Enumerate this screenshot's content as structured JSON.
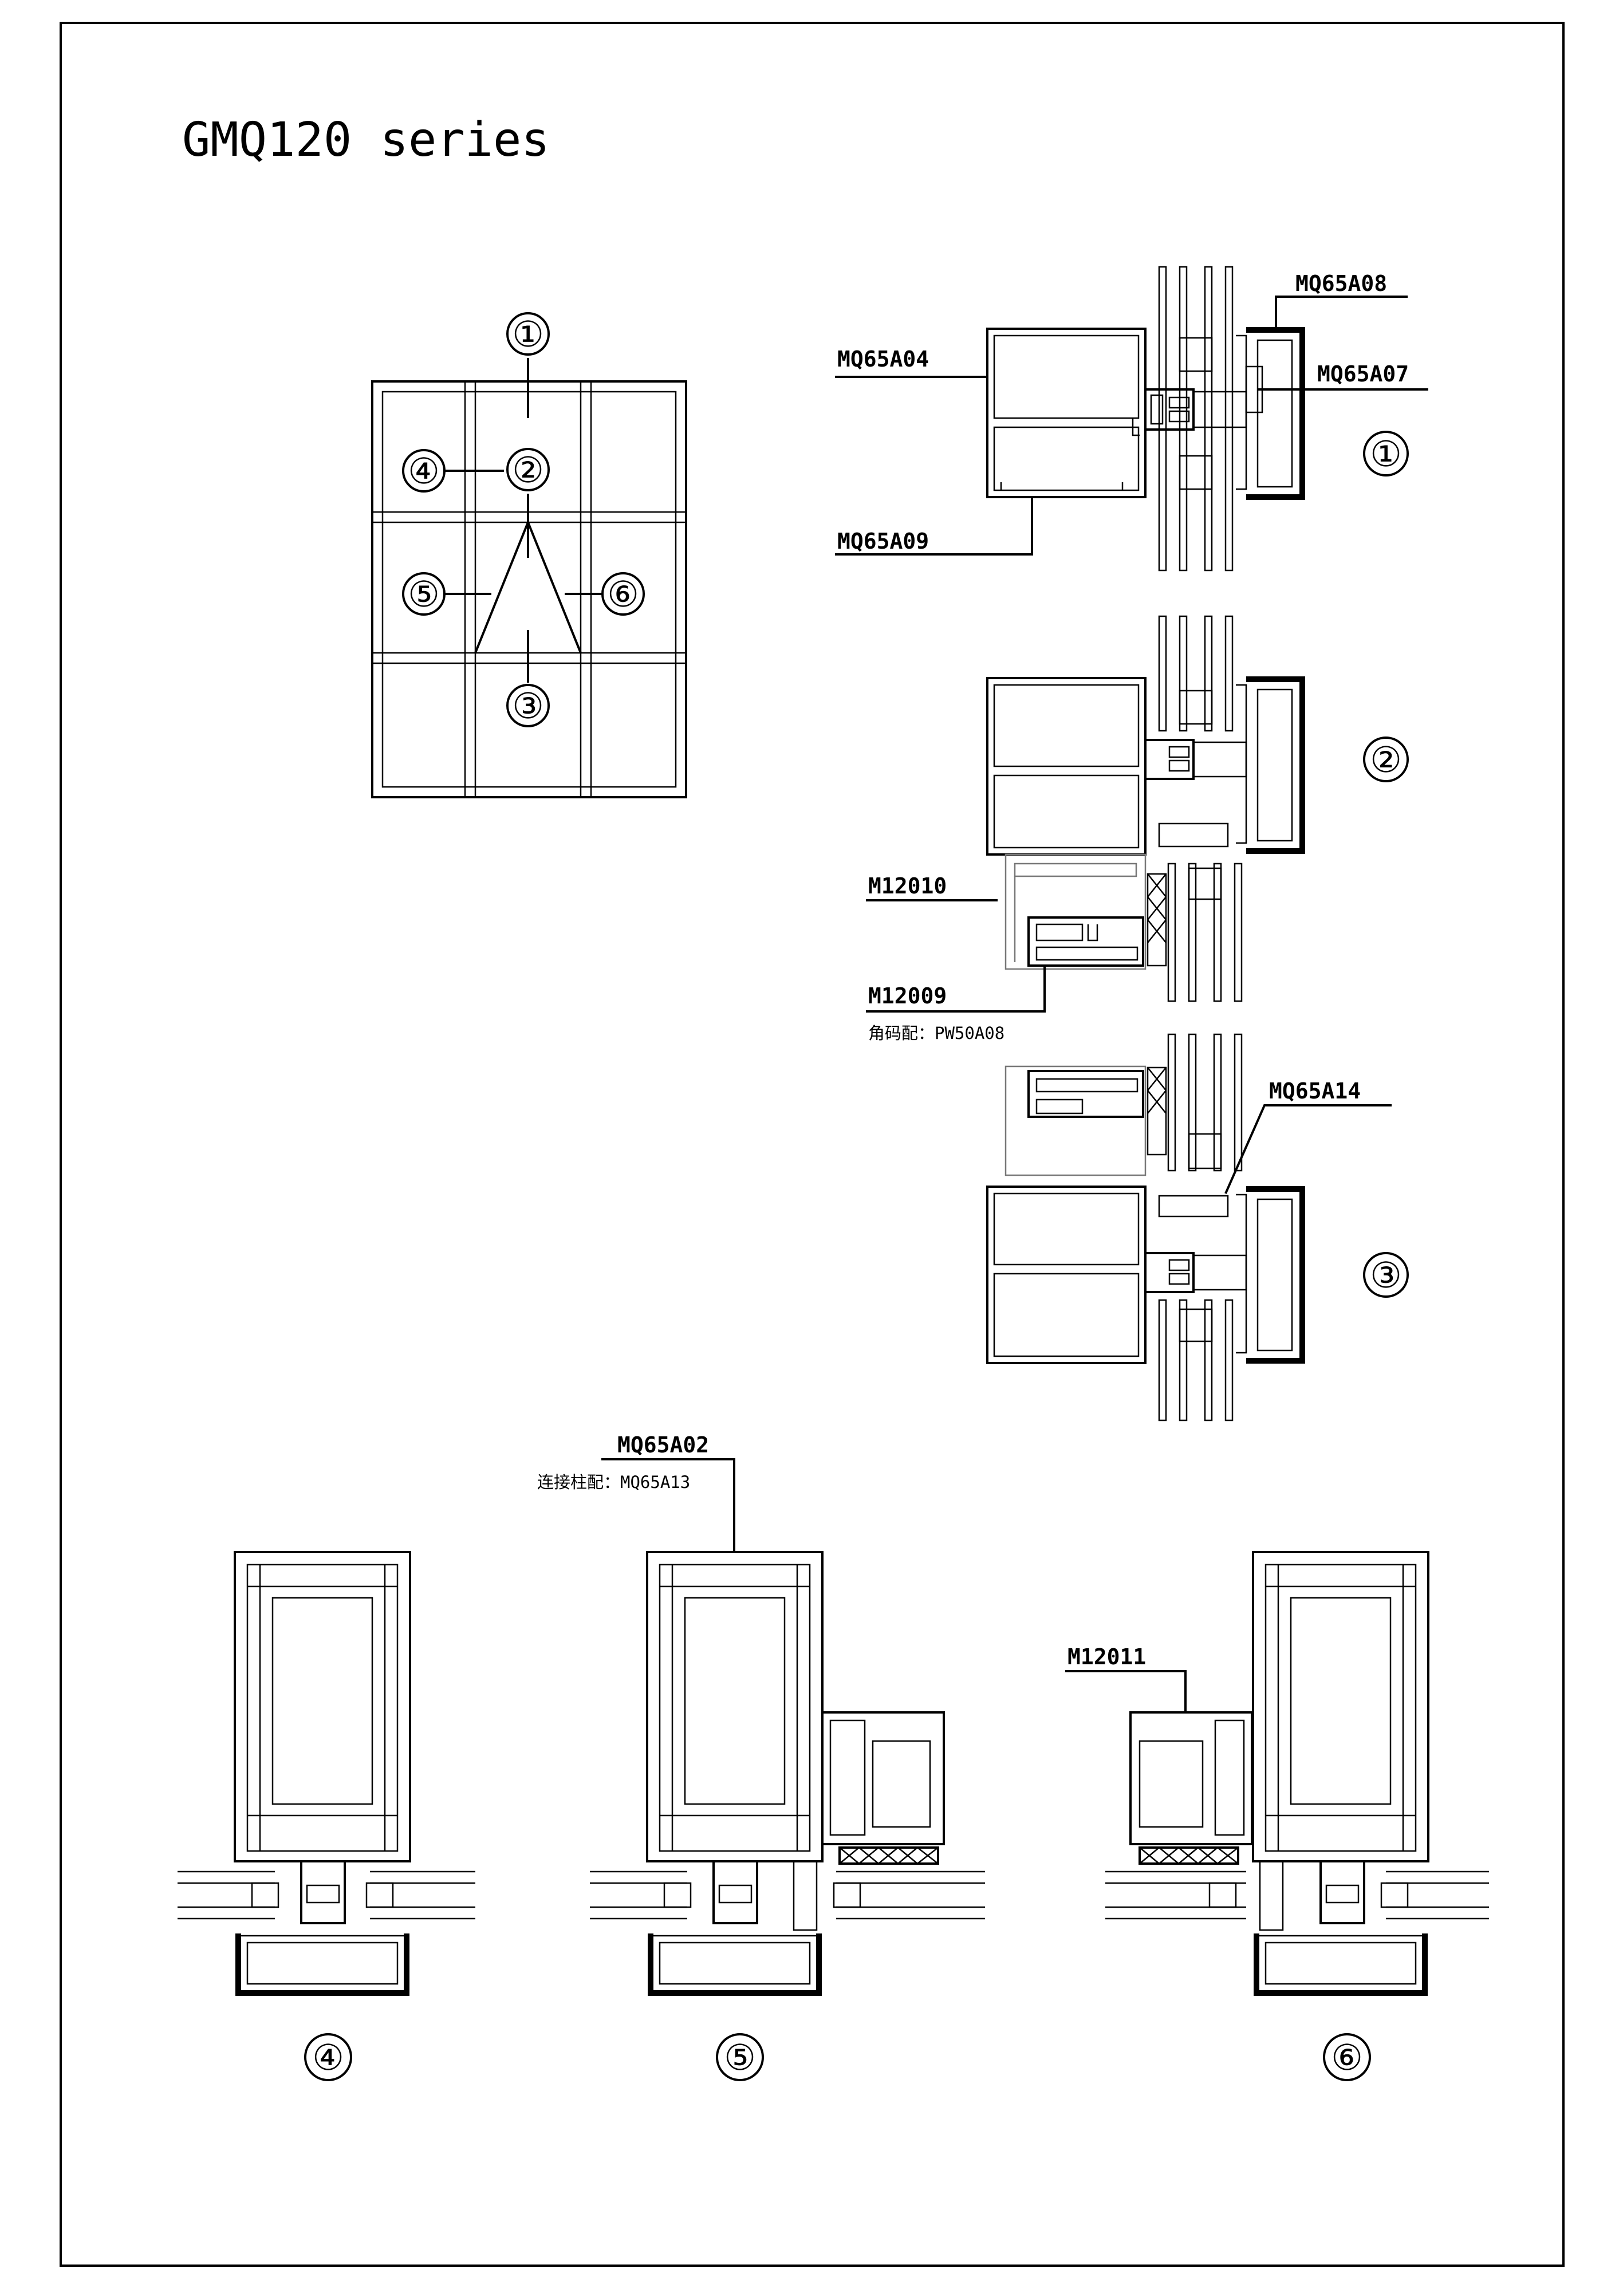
{
  "title": "GMQ120 series",
  "markers": [
    "①",
    "②",
    "③",
    "④",
    "⑤",
    "⑥"
  ],
  "parts": {
    "mq65a08": "MQ65A08",
    "mq65a04": "MQ65A04",
    "mq65a07": "MQ65A07",
    "mq65a09": "MQ65A09",
    "m12010": "M12010",
    "m12009": "M12009",
    "pw_note": "角码配：PW50A08",
    "mq65a14": "MQ65A14",
    "mq65a02": "MQ65A02",
    "mq65a13_note": "连接柱配：MQ65A13",
    "m12011": "M12011"
  }
}
